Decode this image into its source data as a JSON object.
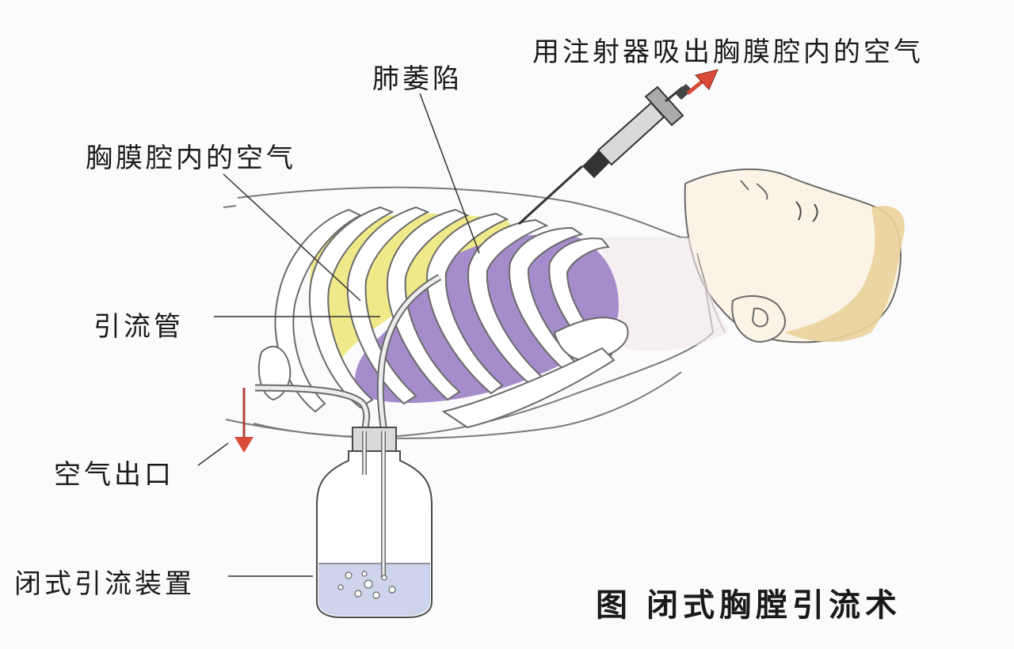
{
  "labels": {
    "syringe": "用注射器吸出胸膜腔内的空气",
    "collapsed_lung": "肺萎陷",
    "pleural_air": "胸膜腔内的空气",
    "drain_tube": "引流管",
    "air_outlet": "空气出口",
    "closed_drainage": "闭式引流装置"
  },
  "caption": {
    "prefix": "图",
    "title": "闭式胸膛引流术"
  },
  "colors": {
    "lung_yellow": "#efe98a",
    "lung_purple": "#a58ccb",
    "rib_white": "#ffffff",
    "outline": "#5a5a5a",
    "skin_face": "#fbf4e6",
    "hair": "#e9d29a",
    "liquid": "#c5cce8",
    "arrow_red": "#d94a3a"
  }
}
